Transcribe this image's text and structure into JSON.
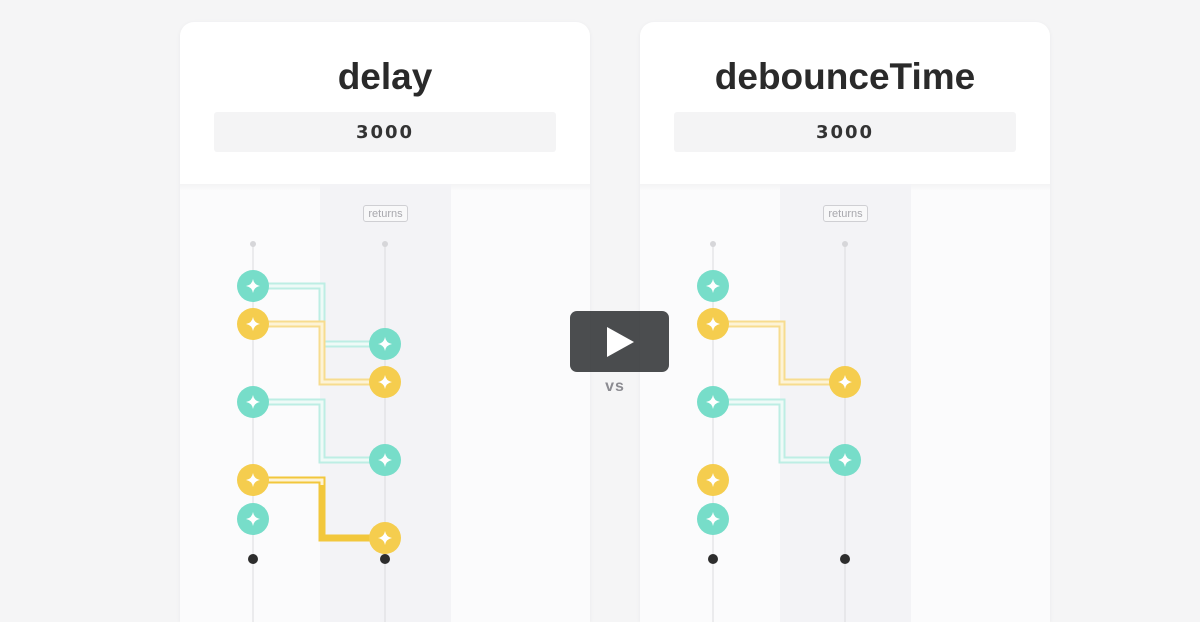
{
  "left_panel": {
    "title": "delay",
    "param": "3000",
    "returns_label": "returns",
    "input_events": [
      "teal",
      "yellow",
      "teal",
      "yellow",
      "teal"
    ],
    "output_events": [
      "teal",
      "yellow",
      "teal",
      "yellow"
    ]
  },
  "right_panel": {
    "title": "debounceTime",
    "param": "3000",
    "returns_label": "returns",
    "input_events": [
      "teal",
      "yellow",
      "teal",
      "yellow",
      "teal"
    ],
    "output_events": [
      "yellow",
      "teal"
    ]
  },
  "vs_label": "vs",
  "play_button": {
    "icon": "play-icon"
  },
  "colors": {
    "teal": "#77ddc9",
    "yellow": "#f5cd4e",
    "teal_line": "#cdf1ea",
    "yellow_line": "#f9e3a2",
    "yellow_line_active": "#f2c73c",
    "end_dot": "#2d2d2d"
  }
}
